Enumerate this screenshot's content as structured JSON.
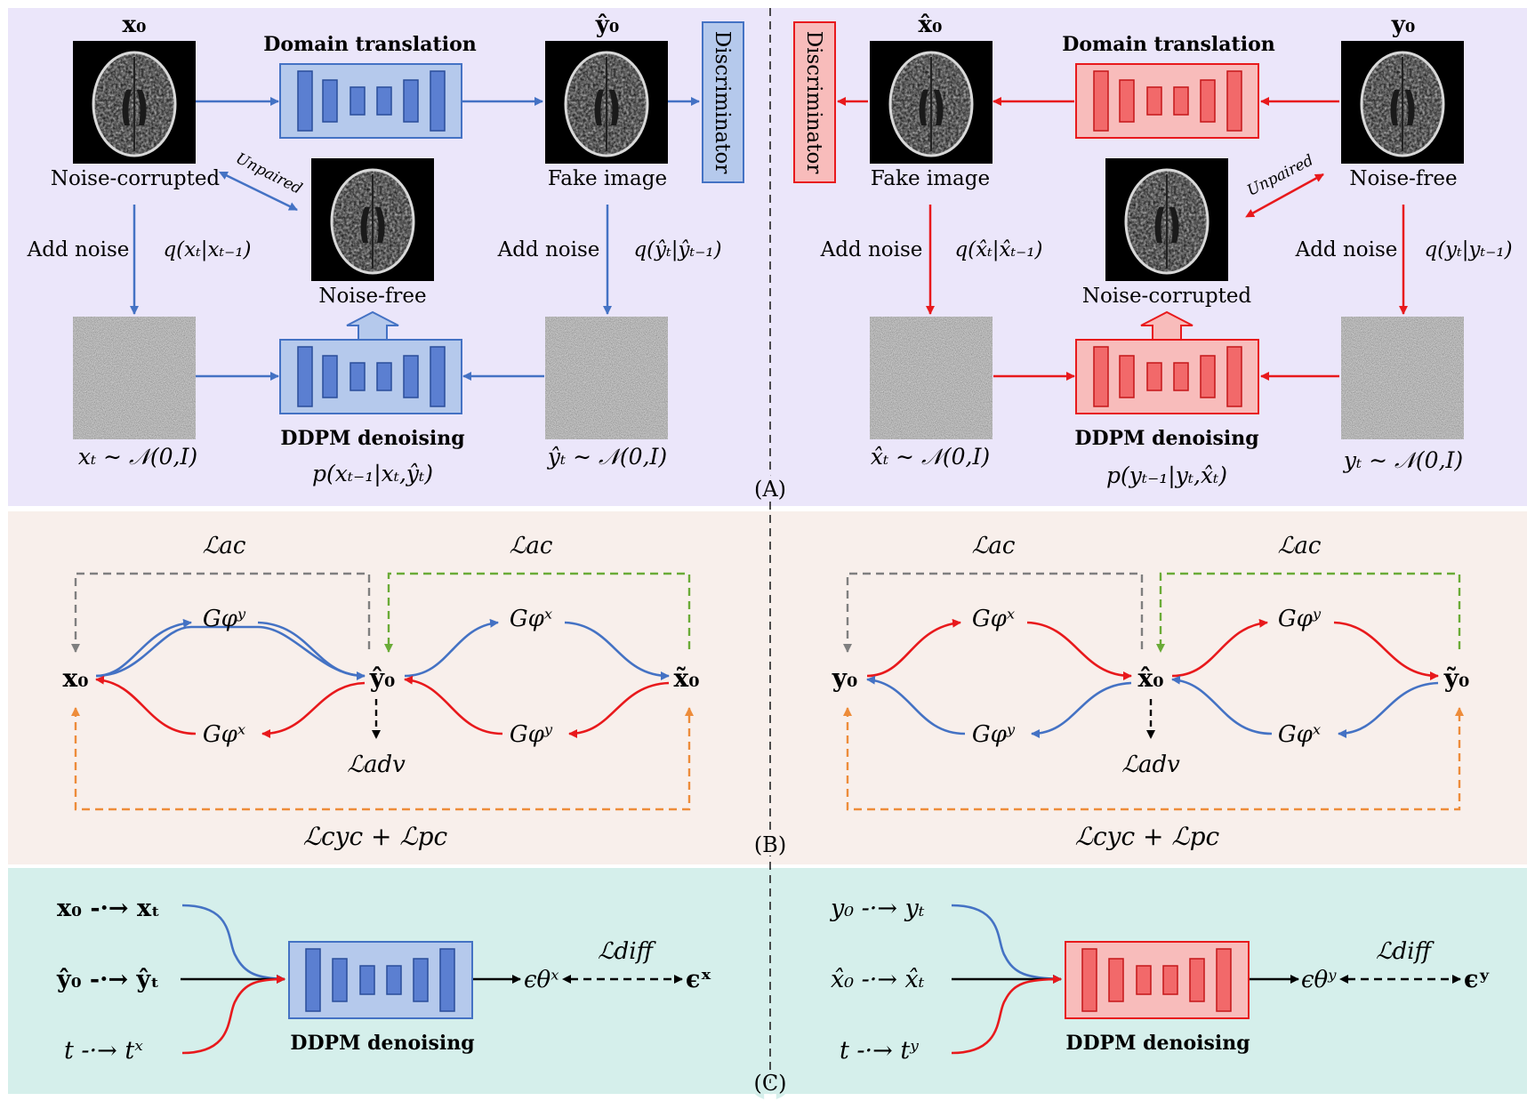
{
  "panels": {
    "a_label": "(A)",
    "b_label": "(B)",
    "c_label": "(C)"
  },
  "colors": {
    "panel_a_bg": "#ebe6fa",
    "panel_b_bg": "#f8efeb",
    "panel_c_bg": "#d5efeb",
    "blue": "#4472c4",
    "red": "#e8191c",
    "gray": "#7f7f7f",
    "green": "#6aab37",
    "orange": "#ed8c3a",
    "blue_box": "#b5c9ec",
    "red_box": "#f8bcbb"
  },
  "panel_a": {
    "left": {
      "top_image_label": "x₀",
      "top_image_caption": "Noise-corrupted",
      "translation_title": "Domain translation",
      "fake_label": "ŷ₀",
      "fake_caption": "Fake image",
      "discriminator": "Discriminator",
      "unpaired": "Unpaired",
      "clean_caption": "Noise-free",
      "add_noise_1": "Add noise",
      "q_1": "q(xₜ|xₜ₋₁)",
      "add_noise_2": "Add noise",
      "q_2": "q(ŷₜ|ŷₜ₋₁)",
      "denoise_title": "DDPM denoising",
      "noise_left_label": "xₜ ∼ 𝒩(0,I)",
      "noise_right_label": "ŷₜ ∼ 𝒩(0,I)",
      "p_label": "p(xₜ₋₁|xₜ,ŷₜ)"
    },
    "right": {
      "top_image_label": "y₀",
      "top_image_caption": "Noise-free",
      "translation_title": "Domain translation",
      "fake_label": "x̂₀",
      "fake_caption": "Fake image",
      "discriminator": "Discriminator",
      "unpaired": "Unpaired",
      "noisy_caption": "Noise-corrupted",
      "add_noise_1": "Add noise",
      "q_1": "q(x̂ₜ|x̂ₜ₋₁)",
      "add_noise_2": "Add noise",
      "q_2": "q(yₜ|yₜ₋₁)",
      "denoise_title": "DDPM denoising",
      "noise_left_label": "x̂ₜ ∼ 𝒩(0,I)",
      "noise_right_label": "yₜ ∼ 𝒩(0,I)",
      "p_label": "p(yₜ₋₁|yₜ,x̂ₜ)"
    }
  },
  "panel_b": {
    "left": {
      "l_ac_1": "ℒac",
      "l_ac_2": "ℒac",
      "node_a": "x₀",
      "node_b": "ŷ₀",
      "node_c": "x̃₀",
      "g_top_1": "Gφʸ",
      "g_bot_1": "Gφˣ",
      "g_top_2": "Gφˣ",
      "g_bot_2": "Gφʸ",
      "l_adv": "ℒadv",
      "l_cyc_pc": "ℒcyc + ℒpc"
    },
    "right": {
      "l_ac_1": "ℒac",
      "l_ac_2": "ℒac",
      "node_a": "y₀",
      "node_b": "x̂₀",
      "node_c": "ỹ₀",
      "g_top_1": "Gφˣ",
      "g_bot_1": "Gφʸ",
      "g_top_2": "Gφʸ",
      "g_bot_2": "Gφˣ",
      "l_adv": "ℒadv",
      "l_cyc_pc": "ℒcyc + ℒpc"
    }
  },
  "panel_c": {
    "left": {
      "in_1": "x₀ -·→ xₜ",
      "in_2": "ŷ₀ -·→ ŷₜ",
      "in_3": "t -·→ tˣ",
      "denoise_title": "DDPM denoising",
      "eps_pred": "ϵθˣ",
      "l_diff": "ℒdiff",
      "eps_true": "ϵˣ"
    },
    "right": {
      "in_1": "y₀ -·→ yₜ",
      "in_2": "x̂₀ -·→ x̂ₜ",
      "in_3": "t -·→ tʸ",
      "denoise_title": "DDPM denoising",
      "eps_pred": "ϵθʸ",
      "l_diff": "ℒdiff",
      "eps_true": "ϵʸ"
    }
  }
}
